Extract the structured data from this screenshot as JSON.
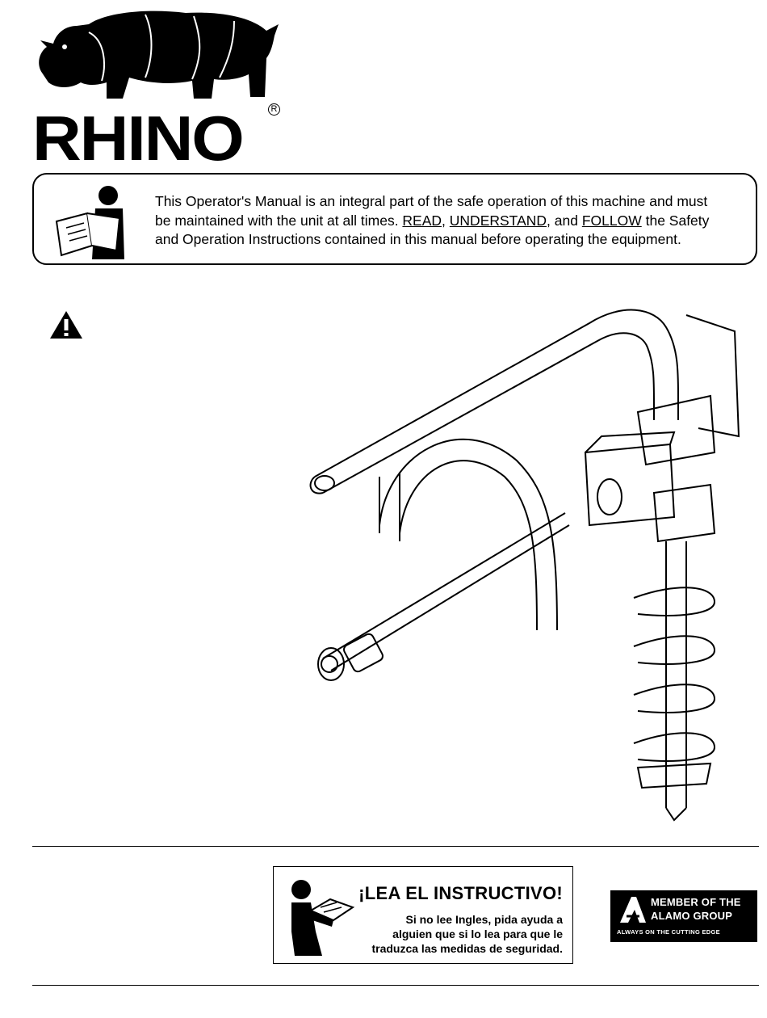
{
  "logo": {
    "word": "RHINO",
    "reg_mark": "R"
  },
  "notice": {
    "line1": "This Operator's Manual is an integral part of the safe operation of this machine and must",
    "line2_prefix": "be maintained with the unit at all times.  ",
    "line2_read": "READ,",
    "line2_understand": "UNDERSTAND,",
    "line2_and": " and ",
    "line2_follow": "FOLLOW",
    "line2_suffix": " the Safety",
    "line3": "and Operation Instructions contained in this manual before operating the equipment."
  },
  "spanish_notice": {
    "title": "¡LEA EL INSTRUCTIVO!",
    "line1": "Si no lee Ingles, pida ayuda a",
    "line2": "alguien que si lo lea para que le",
    "line3": "traduzca las medidas de seguridad."
  },
  "alamo_badge": {
    "line1": "MEMBER OF THE",
    "line2": "ALAMO GROUP",
    "line3": "ALWAYS ON THE CUTTING EDGE"
  },
  "icons": [
    "rhino-logo-icon",
    "reading-person-icon",
    "warning-triangle-icon",
    "post-hole-digger-illustration",
    "alamo-logo-icon"
  ]
}
